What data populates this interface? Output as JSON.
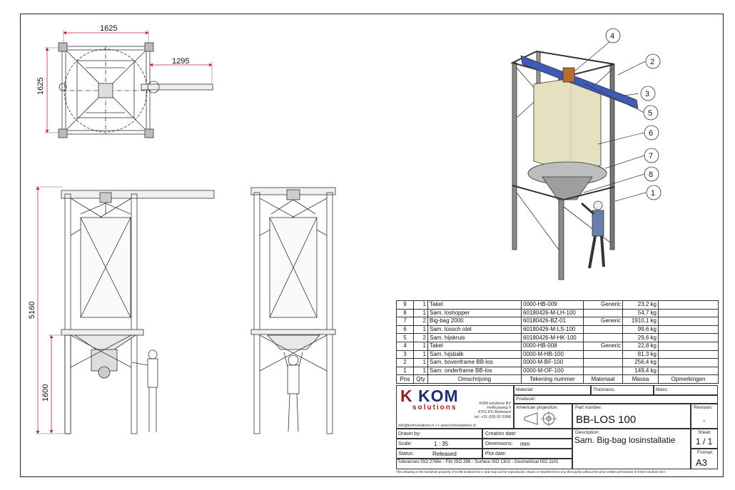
{
  "dimensions": {
    "top_width": "1625",
    "top_height": "1625",
    "beam_extension": "1295",
    "total_height": "5160",
    "lower_height": "1600"
  },
  "callouts": [
    "1",
    "2",
    "3",
    "4",
    "5",
    "6",
    "7",
    "8"
  ],
  "bom": {
    "header": {
      "pos": "Pos",
      "qty": "Qty",
      "desc": "Omschrijving",
      "drawing": "Tekening nummer",
      "material": "Materiaal",
      "mass": "Massa",
      "remarks": "Opmerkingen"
    },
    "rows": [
      {
        "pos": "9",
        "qty": "1",
        "desc": "Takel",
        "drawing": "0000-HB-009",
        "material": "Generic",
        "mass": "23,2 kg",
        "remarks": ""
      },
      {
        "pos": "8",
        "qty": "1",
        "desc": "Sam. loshopper",
        "drawing": "60180426-M-LH-100",
        "material": "",
        "mass": "54,7 kg",
        "remarks": ""
      },
      {
        "pos": "7",
        "qty": "2",
        "desc": "Big-bag 2000",
        "drawing": "60180426-BZ-01",
        "material": "Generic",
        "mass": "1910,1 kg",
        "remarks": ""
      },
      {
        "pos": "6",
        "qty": "1",
        "desc": "Sam. lossch otel",
        "drawing": "60180426-M-LS-100",
        "material": "",
        "mass": "99,6 kg",
        "remarks": ""
      },
      {
        "pos": "5",
        "qty": "2",
        "desc": "Sam. hijskruis",
        "drawing": "60180426-M-HK-100",
        "material": "",
        "mass": "29,6 kg",
        "remarks": ""
      },
      {
        "pos": "4",
        "qty": "1",
        "desc": "Takel",
        "drawing": "0000-HB-008",
        "material": "Generic",
        "mass": "22,8 kg",
        "remarks": ""
      },
      {
        "pos": "3",
        "qty": "1",
        "desc": "Sam. hijsbalk",
        "drawing": "0000-M-HB-100",
        "material": "",
        "mass": "81,3 kg",
        "remarks": ""
      },
      {
        "pos": "2",
        "qty": "1",
        "desc": "Sam. bovenframe BB-los",
        "drawing": "0000-M-BF-100",
        "material": "",
        "mass": "256,4 kg",
        "remarks": ""
      },
      {
        "pos": "1",
        "qty": "1",
        "desc": "Sam. onderframe BB-los",
        "drawing": "0000-M-OF-100",
        "material": "",
        "mass": "149,4 kg",
        "remarks": ""
      }
    ]
  },
  "title_block": {
    "logo_k": "K",
    "logo_kom": "KOM",
    "logo_solutions": "solutions",
    "address": [
      "KOM solutions BV",
      "Hofhuisweg 9",
      "8701 PG Bolsward",
      "tel. +31 (0)5 02 6368"
    ],
    "contact": "info@komsolutions.nl  <>  www.komsolutions.nl",
    "material_label": "Material:",
    "thickness_label": "Thickness:",
    "mass_label": "Mass:",
    "producer_label": "Producer:",
    "projection_label": "American projection:",
    "part_number_label": "Part number:",
    "part_number": "BB-LOS 100",
    "revision_label": "Revision:",
    "revision": "-",
    "drawn_by_label": "Drawn by:",
    "creation_date_label": "Creation date:",
    "scale_label": "Scale:",
    "scale": "1 : 35",
    "dimensions_label": "Dimensions:",
    "dimensions_unit": "mm",
    "status_label": "Status:",
    "status": "Released",
    "plot_date_label": "Plot date:",
    "description_label": "Description:",
    "description": "Sam. Big-bag losinstallatie",
    "sheet_label": "Sheet:",
    "sheet": "1 / 1",
    "format_label": "Format:",
    "format": "A3",
    "tolerances": "Tolerances ISO 2768c - Fits ISO 286 - Surface ISO 1302 - Geometrical ISO 1101",
    "legal": "This drawing is the exclusive property of KOM solutions B.V. and may not be reproduced, shown or transferred to any third party without the prior written permission of KOM solutions B.V."
  }
}
